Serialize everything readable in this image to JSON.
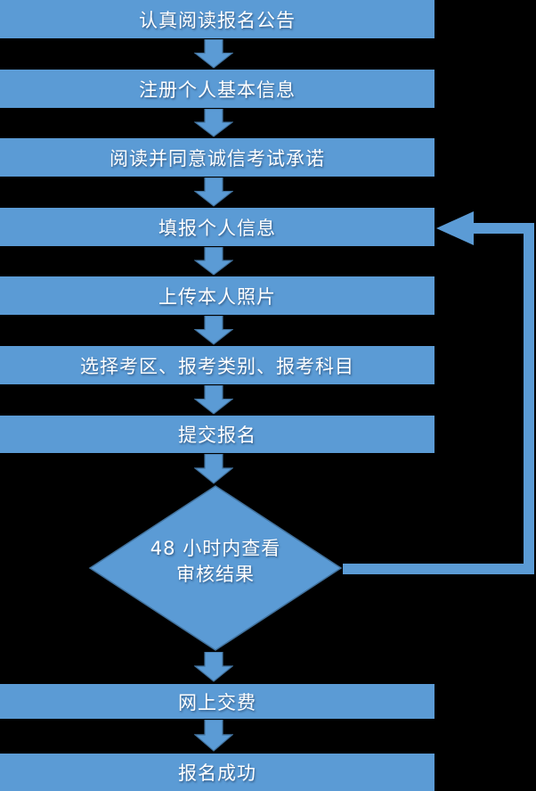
{
  "colors": {
    "background": "#000000",
    "shape_fill": "#5B9BD5",
    "shape_border": "#41719C",
    "text": "#FFFFFF"
  },
  "steps": [
    {
      "id": "step-1",
      "label": "认真阅读报名公告"
    },
    {
      "id": "step-2",
      "label": "注册个人基本信息"
    },
    {
      "id": "step-3",
      "label": "阅读并同意诚信考试承诺"
    },
    {
      "id": "step-4",
      "label": "填报个人信息"
    },
    {
      "id": "step-5",
      "label": "上传本人照片"
    },
    {
      "id": "step-6",
      "label": "选择考区、报考类别、报考科目"
    },
    {
      "id": "step-7",
      "label": "提交报名"
    },
    {
      "id": "step-8",
      "label": "网上交费"
    },
    {
      "id": "step-9",
      "label": "报名成功"
    }
  ],
  "decision": {
    "id": "decision-review",
    "line1": "48 小时内查看",
    "line2": "审核结果"
  },
  "edges": [
    {
      "from": "step-1",
      "to": "step-2"
    },
    {
      "from": "step-2",
      "to": "step-3"
    },
    {
      "from": "step-3",
      "to": "step-4"
    },
    {
      "from": "step-4",
      "to": "step-5"
    },
    {
      "from": "step-5",
      "to": "step-6"
    },
    {
      "from": "step-6",
      "to": "step-7"
    },
    {
      "from": "step-7",
      "to": "decision-review"
    },
    {
      "from": "decision-review",
      "to": "step-8"
    },
    {
      "from": "step-8",
      "to": "step-9"
    },
    {
      "from": "decision-review",
      "to": "step-4",
      "kind": "loop-back"
    }
  ]
}
